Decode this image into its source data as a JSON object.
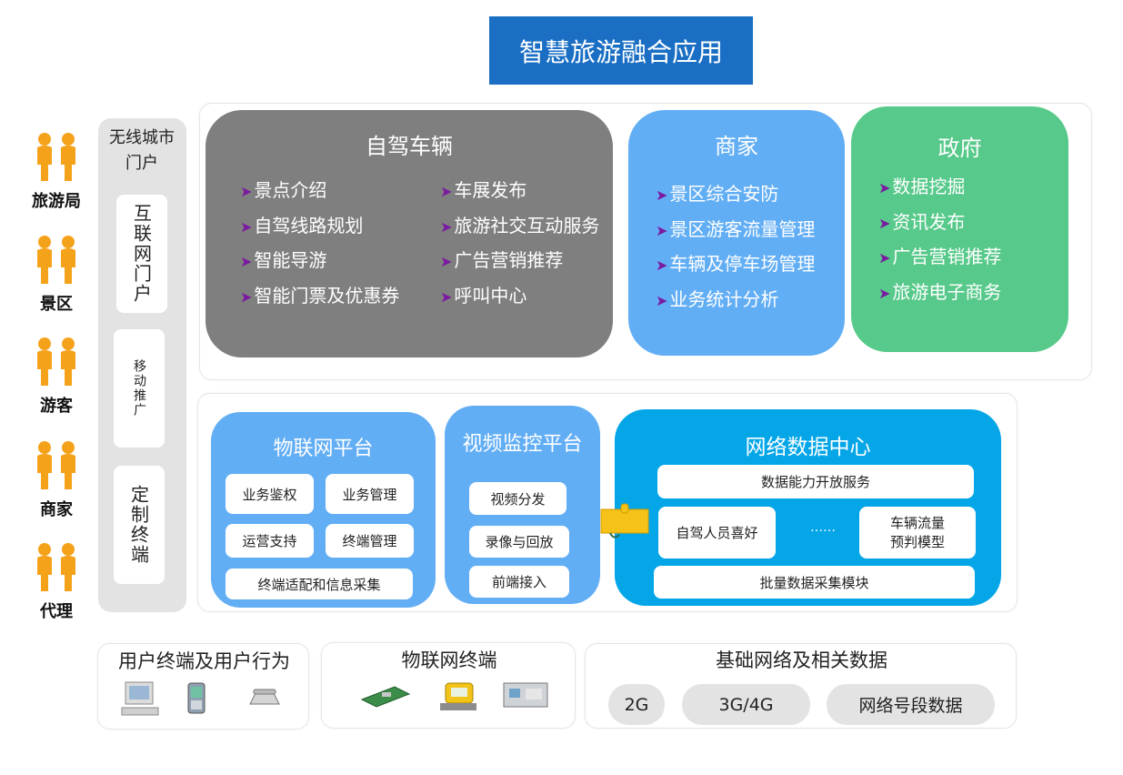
{
  "title": "智慧旅游融合应用",
  "roles": [
    "旅游局",
    "景区",
    "游客",
    "商家",
    "代理"
  ],
  "portal": {
    "title": "无线城市门户",
    "items": [
      "互联网门户",
      "移动推广",
      "定制终端"
    ]
  },
  "self_drive": {
    "title": "自驾车辆",
    "left": [
      "景点介绍",
      "自驾线路规划",
      "智能导游",
      "智能门票及优惠券"
    ],
    "right": [
      "车展发布",
      "旅游社交互动服务",
      "广告营销推荐",
      "呼叫中心"
    ]
  },
  "merchant": {
    "title": "商家",
    "items": [
      "景区综合安防",
      "景区游客流量管理",
      "车辆及停车场管理",
      "业务统计分析"
    ]
  },
  "government": {
    "title": "政府",
    "items": [
      "数据挖掘",
      "资讯发布",
      "广告营销推荐",
      "旅游电子商务"
    ]
  },
  "iot_platform": {
    "title": "物联网平台",
    "items": [
      "业务鉴权",
      "业务管理",
      "运营支持",
      "终端管理",
      "终端适配和信息采集"
    ]
  },
  "video_platform": {
    "title": "视频监控平台",
    "items": [
      "视频分发",
      "录像与回放",
      "前端接入"
    ]
  },
  "data_center": {
    "title": "网络数据中心",
    "service": "数据能力开放服务",
    "pref": "自驾人员喜好",
    "dots": "……",
    "model": "车辆流量\n预判模型",
    "collect": "批量数据采集模块"
  },
  "bottom": {
    "user_terminal": "用户终端及用户行为",
    "iot_terminal": "物联网终端",
    "network": "基础网络及相关数据",
    "pills": [
      "2G",
      "3G/4G",
      "网络号段数据"
    ]
  },
  "colors": {
    "title_bg": "#1a6fc4",
    "self_drive": "#7f7f7f",
    "merchant": "#62aef5",
    "government": "#57c98a",
    "iot": "#62aef5",
    "video": "#62aef5",
    "data_center": "#04a6e8",
    "bullet_arrow": "#7a1aa0",
    "person": "#f5a21b"
  }
}
